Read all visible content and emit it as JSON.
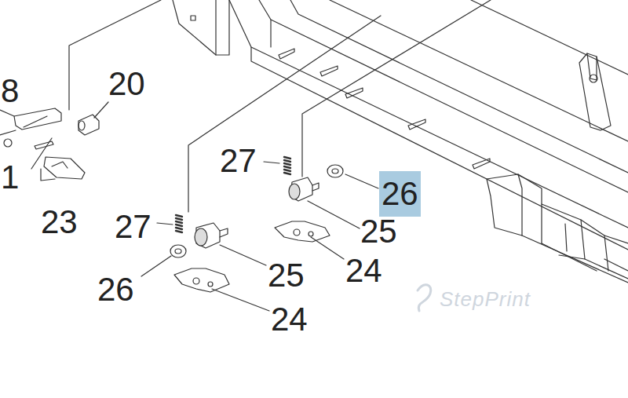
{
  "diagram": {
    "labels": [
      "8",
      "20",
      "1",
      "23",
      "27",
      "26",
      "27",
      "25",
      "24",
      "26",
      "25",
      "24",
      "StepPrint"
    ]
  }
}
